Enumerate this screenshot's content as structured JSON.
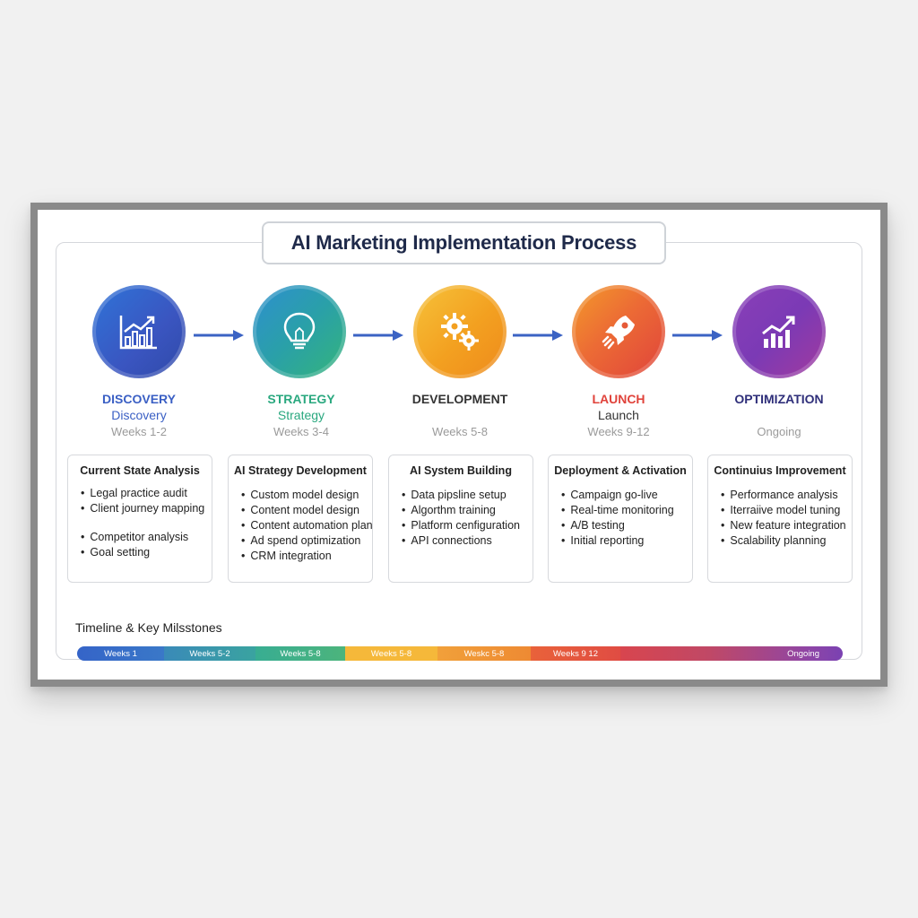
{
  "title": "AI Marketing Implementation Process",
  "colors": {
    "discovery": "#3a5fc4",
    "strategy": "#2aa87f",
    "development": "#f0a020",
    "launch": "#e0433b",
    "optimization": "#7d3fb0"
  },
  "stages": [
    {
      "name": "DISCOVERY",
      "sub": "Discovery",
      "weeks": "Weeks 1-2",
      "icon": "bar-chart-icon",
      "card_title": "Current State Analysis",
      "items": [
        "Legal practice audit",
        "Client journey mapping",
        "Competitor analysis",
        "Goal setting"
      ]
    },
    {
      "name": "STRATEGY",
      "sub": "Strategy",
      "weeks": "Weeks 3-4",
      "icon": "lightbulb-icon",
      "card_title": "AI Strategy Development",
      "items": [
        "Custom model design",
        "Content model design",
        "Content automation plan",
        "Ad spend optimization",
        "CRM integration"
      ]
    },
    {
      "name": "DEVELOPMENT",
      "sub": "",
      "weeks": "Weeks 5-8",
      "icon": "gears-icon",
      "card_title": "AI System Building",
      "items": [
        "Data pipsline setup",
        "Algorthm training",
        "Platform cenfiguration",
        "API connections"
      ]
    },
    {
      "name": "LAUNCH",
      "sub": "Launch",
      "weeks": "Weeks 9-12",
      "icon": "rocket-icon",
      "card_title": "Deployment & Activation",
      "items": [
        "Campaign go-live",
        "Real-time monitoring",
        "A/B testing",
        "Initial reporting"
      ]
    },
    {
      "name": "OPTIMIZATION",
      "sub": "",
      "weeks": "Ongoing",
      "icon": "trend-chart-icon",
      "card_title": "Continuius Improvement",
      "items": [
        "Performance analysis",
        "Iterraiive model tuning",
        "New feature integration",
        "Scalability planning"
      ]
    }
  ],
  "timeline": {
    "label": "Timeline & Key Milsstones",
    "segments": [
      "Weeks 1",
      "Weeks 5-2",
      "Weeks 5-8",
      "Weeks 5-8",
      "Weskc 5-8",
      "Weeks 9 12",
      "Ongoing"
    ]
  }
}
